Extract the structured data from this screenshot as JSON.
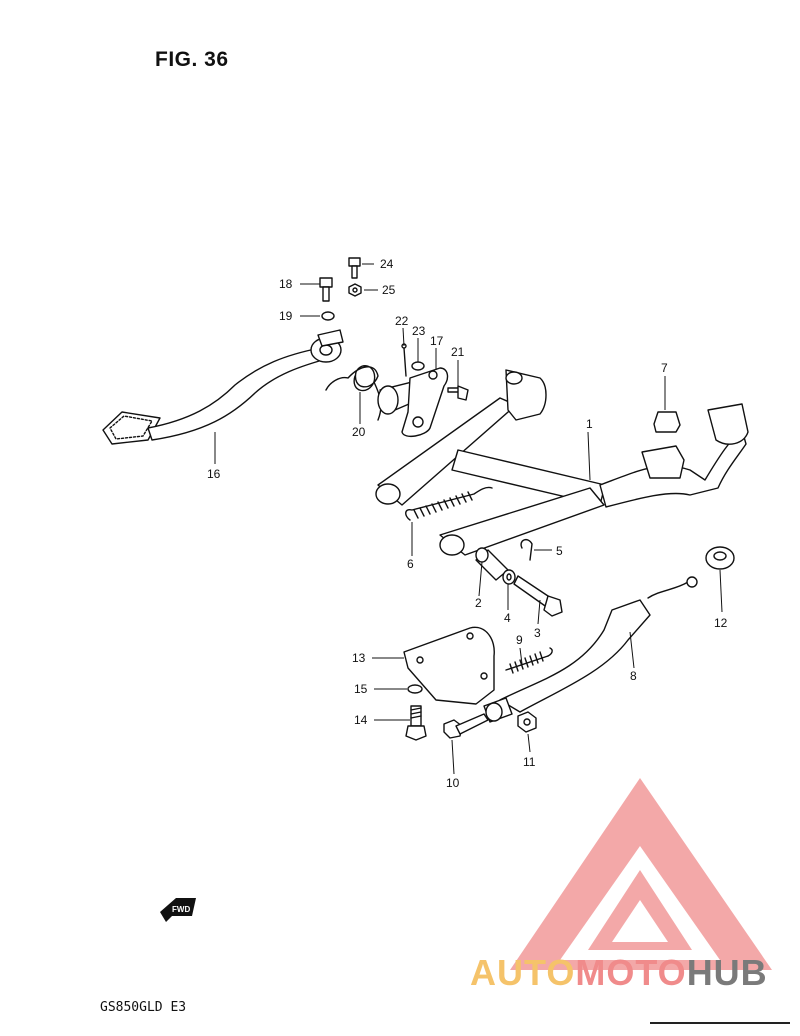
{
  "figure": {
    "title": "FIG. 36",
    "model": "GS850GLD  E3",
    "fwd_label": "FWD"
  },
  "watermark": {
    "part_a": "AUTO",
    "part_b": "MOTO",
    "part_c": "HUB"
  },
  "callouts": {
    "c1": "1",
    "c2": "2",
    "c3": "3",
    "c4": "4",
    "c5": "5",
    "c6": "6",
    "c7": "7",
    "c8": "8",
    "c9": "9",
    "c10": "10",
    "c11": "11",
    "c12": "12",
    "c13": "13",
    "c14": "14",
    "c15": "15",
    "c16": "16",
    "c17": "17",
    "c18": "18",
    "c19": "19",
    "c20": "20",
    "c21": "21",
    "c22": "22",
    "c23": "23",
    "c24": "24",
    "c25": "25"
  },
  "colors": {
    "line": "#111111",
    "logo_red": "#f08b8b",
    "logo_gold": "#f5c36a",
    "logo_gray": "#7a7a7a"
  }
}
